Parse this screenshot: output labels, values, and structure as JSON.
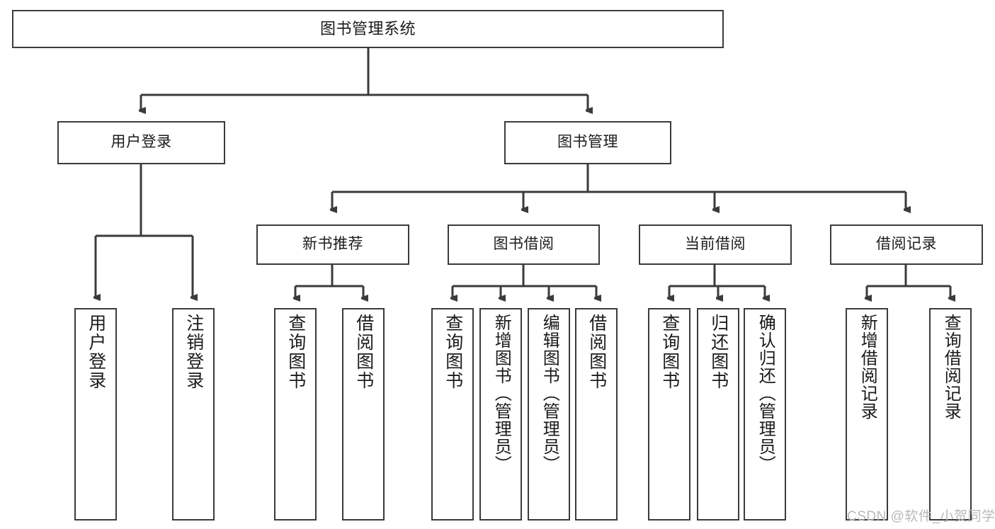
{
  "diagram": {
    "type": "tree-hierarchy-chart",
    "title": "图书管理系统",
    "line_color": "#3b3b3b",
    "box_fill": "#ffffff",
    "text_color": "#1b1b1b",
    "watermark": "CSDN @软件_小贺同学",
    "nodes": {
      "root": {
        "label": "图书管理系统"
      },
      "level2": [
        {
          "label": "用户登录"
        },
        {
          "label": "图书管理"
        }
      ],
      "level3": [
        {
          "label": "新书推荐"
        },
        {
          "label": "图书借阅"
        },
        {
          "label": "当前借阅"
        },
        {
          "label": "借阅记录"
        }
      ],
      "leaves": {
        "user_login": [
          {
            "label": "用户登录"
          },
          {
            "label": "注销登录"
          }
        ],
        "new_book_recommend": [
          {
            "label": "查询图书"
          },
          {
            "label": "借阅图书"
          }
        ],
        "book_borrow": [
          {
            "label": "查询图书"
          },
          {
            "label": "新增图书（管理员）"
          },
          {
            "label": "编辑图书（管理员）"
          },
          {
            "label": "借阅图书"
          }
        ],
        "current_borrow": [
          {
            "label": "查询图书"
          },
          {
            "label": "归还图书"
          },
          {
            "label": "确认归还（管理员）"
          }
        ],
        "borrow_record": [
          {
            "label": "新增借阅记录"
          },
          {
            "label": "查询借阅记录"
          }
        ]
      }
    }
  }
}
